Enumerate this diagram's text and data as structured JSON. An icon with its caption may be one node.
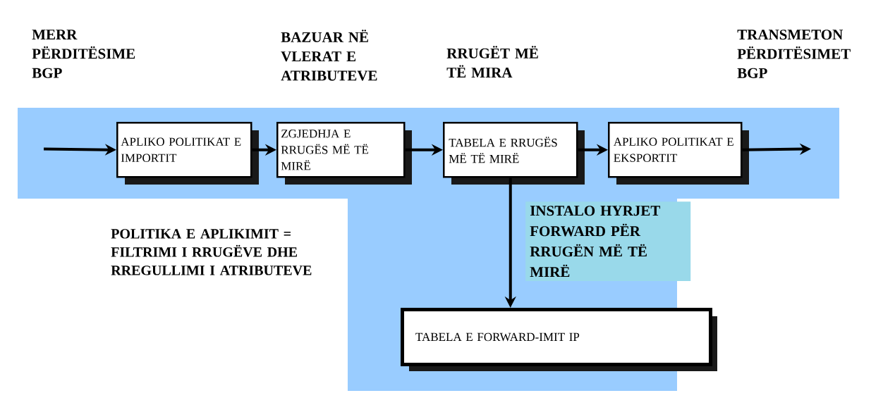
{
  "diagram": {
    "nodes": [
      {
        "text": [
          "APLIKO POLITIKAT E IMPORTIT"
        ]
      },
      {
        "text": [
          "ZGJEDHJA E RRUGËS MË TË MIRË"
        ]
      },
      {
        "text": [
          "TABELA E RRUGËS MË TË MIRË"
        ]
      },
      {
        "text": [
          "APLIKO POLITIKAT E EKSPORTIT"
        ]
      },
      {
        "text": [
          "TABELA E FORWARD-IMIT IP"
        ]
      }
    ],
    "edges": [
      {
        "from": null,
        "to": 0,
        "arrow": "to"
      },
      {
        "from": 0,
        "to": 1,
        "arrow": "to"
      },
      {
        "from": 1,
        "to": 2,
        "arrow": "to"
      },
      {
        "from": 2,
        "to": 3,
        "arrow": "to"
      },
      {
        "from": 3,
        "to": null,
        "arrow": "to"
      },
      {
        "from": 2,
        "to": 4,
        "arrow": "to",
        "label": "INSTALO HYRJET FORWARD PËR RRUGËN MË TË MIRË"
      }
    ],
    "labels": [
      "MERR PËRDITËSIME BGP",
      "BAZUAR NË VLERAT E ATRIBUTEVE",
      "RRUGËT MË TË MIRA",
      "TRANSMETON PËRDITËSIMET BGP",
      "POLITIKA E APLIKIMIT = FILTRIMI I RRUGËVE DHE RREGULLIMI I ATRIBUTEVE"
    ]
  }
}
